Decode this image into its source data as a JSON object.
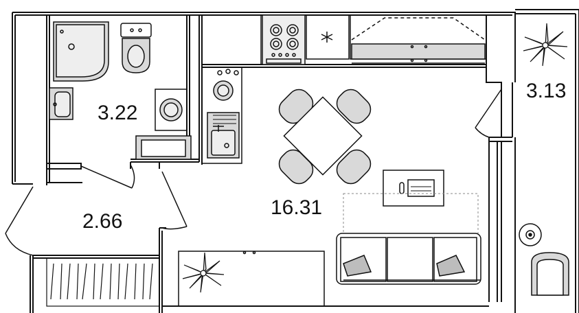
{
  "floor_plan": {
    "rooms": [
      {
        "id": "bathroom",
        "area": "3.22"
      },
      {
        "id": "hallway",
        "area": "2.66"
      },
      {
        "id": "living-room",
        "area": "16.31"
      },
      {
        "id": "balcony",
        "area": "3.13"
      }
    ]
  },
  "colors": {
    "wall": "#111111",
    "fixture_fill": "#d9d9d9",
    "cushion_fill": "#bdbdbd",
    "background": "#ffffff"
  },
  "icons": [
    "shower-icon",
    "toilet-icon",
    "washbasin-icon",
    "washing-machine-icon",
    "stove-icon",
    "sink-icon",
    "range-hood-icon",
    "plant-icon",
    "laptop-icon",
    "chair-icon"
  ]
}
